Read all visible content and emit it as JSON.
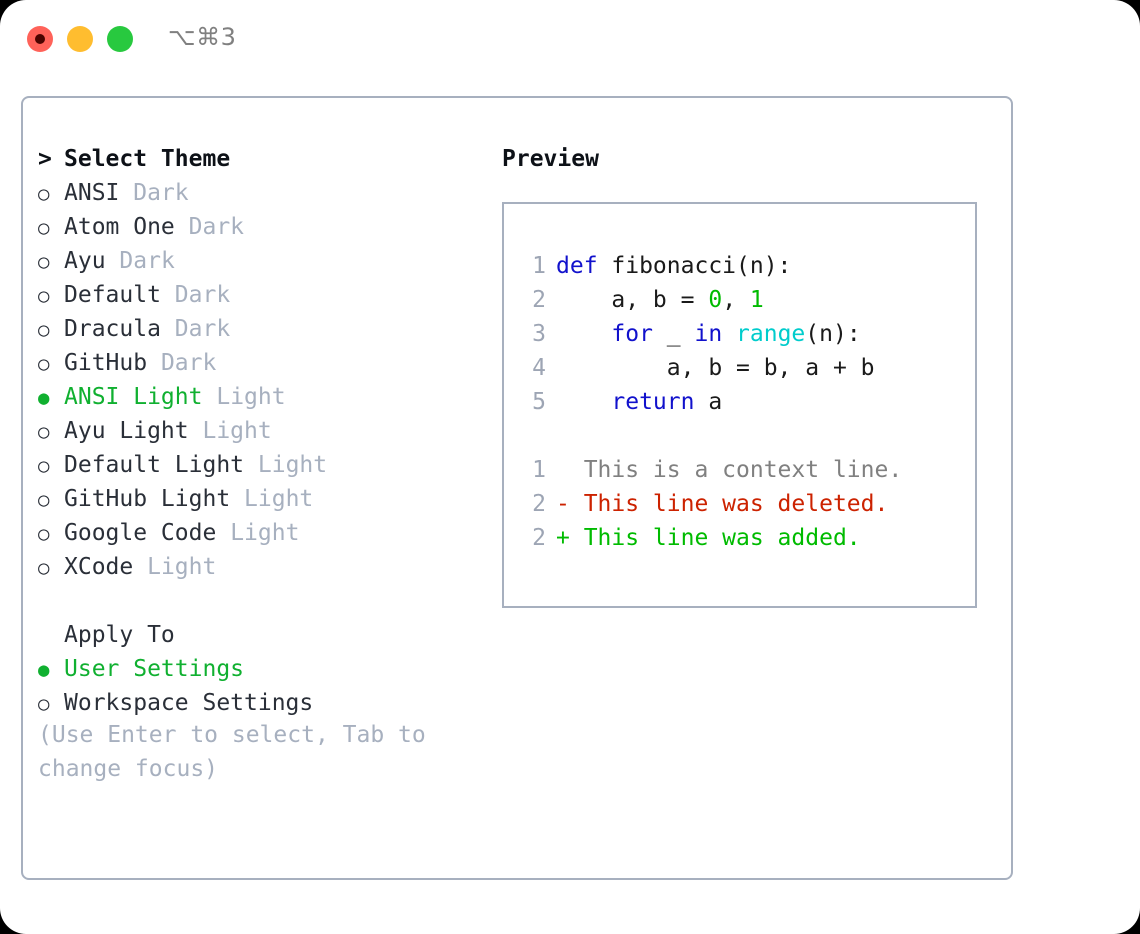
{
  "window": {
    "shortcut": "⌥⌘3",
    "traffic_lights": {
      "close_color": "#FF6259",
      "minimize_color": "#FFBD2F",
      "maximize_color": "#28C93F"
    }
  },
  "colors": {
    "border": "#A7B0BF",
    "accent_green": "#10B030",
    "muted": "#A7B0BF",
    "text": "#2A2F38",
    "keyword_blue": "#1111CC",
    "function_cyan": "#00CCCC",
    "number_green": "#00BB00",
    "diff_deleted": "#CC2200",
    "diff_added": "#00BB00",
    "diff_context": "#808080",
    "line_number": "#9DA5B4"
  },
  "theme_picker": {
    "header_marker": ">",
    "header_label": "Select Theme",
    "items": [
      {
        "marker": "○",
        "name": "ANSI",
        "variant": "Dark",
        "selected": false
      },
      {
        "marker": "○",
        "name": "Atom One",
        "variant": "Dark",
        "selected": false
      },
      {
        "marker": "○",
        "name": "Ayu",
        "variant": "Dark",
        "selected": false
      },
      {
        "marker": "○",
        "name": "Default",
        "variant": "Dark",
        "selected": false
      },
      {
        "marker": "○",
        "name": "Dracula",
        "variant": "Dark",
        "selected": false
      },
      {
        "marker": "○",
        "name": "GitHub",
        "variant": "Dark",
        "selected": false
      },
      {
        "marker": "●",
        "name": "ANSI Light",
        "variant": "Light",
        "selected": true
      },
      {
        "marker": "○",
        "name": "Ayu Light",
        "variant": "Light",
        "selected": false
      },
      {
        "marker": "○",
        "name": "Default Light",
        "variant": "Light",
        "selected": false
      },
      {
        "marker": "○",
        "name": "GitHub Light",
        "variant": "Light",
        "selected": false
      },
      {
        "marker": "○",
        "name": "Google Code",
        "variant": "Light",
        "selected": false
      },
      {
        "marker": "○",
        "name": "XCode",
        "variant": "Light",
        "selected": false
      }
    ]
  },
  "apply_to": {
    "label": "Apply To",
    "options": [
      {
        "marker": "●",
        "label": "User Settings",
        "selected": true
      },
      {
        "marker": "○",
        "label": "Workspace Settings",
        "selected": false
      }
    ]
  },
  "hint": "(Use Enter to select, Tab to change focus)",
  "preview": {
    "title": "Preview",
    "code_lines": [
      {
        "lineno": "1",
        "tokens": [
          {
            "text": "def",
            "kind": "kw"
          },
          {
            "text": " fibonacci(n):",
            "kind": "plain"
          }
        ]
      },
      {
        "lineno": "2",
        "tokens": [
          {
            "text": "    a, b = ",
            "kind": "plain"
          },
          {
            "text": "0",
            "kind": "num"
          },
          {
            "text": ", ",
            "kind": "plain"
          },
          {
            "text": "1",
            "kind": "num"
          }
        ]
      },
      {
        "lineno": "3",
        "tokens": [
          {
            "text": "    ",
            "kind": "plain"
          },
          {
            "text": "for",
            "kind": "kw"
          },
          {
            "text": " _ ",
            "kind": "plain"
          },
          {
            "text": "in",
            "kind": "kw"
          },
          {
            "text": " ",
            "kind": "plain"
          },
          {
            "text": "range",
            "kind": "fn"
          },
          {
            "text": "(n):",
            "kind": "plain"
          }
        ]
      },
      {
        "lineno": "4",
        "tokens": [
          {
            "text": "        a, b = b, a + b",
            "kind": "plain"
          }
        ]
      },
      {
        "lineno": "5",
        "tokens": [
          {
            "text": "    ",
            "kind": "plain"
          },
          {
            "text": "return",
            "kind": "kw"
          },
          {
            "text": " a",
            "kind": "plain"
          }
        ]
      }
    ],
    "diff_lines": [
      {
        "lineno": "1",
        "text": "  This is a context line.",
        "kind": "ctx"
      },
      {
        "lineno": "2",
        "text": "- This line was deleted.",
        "kind": "del"
      },
      {
        "lineno": "2",
        "text": "+ This line was added.",
        "kind": "add"
      }
    ]
  }
}
